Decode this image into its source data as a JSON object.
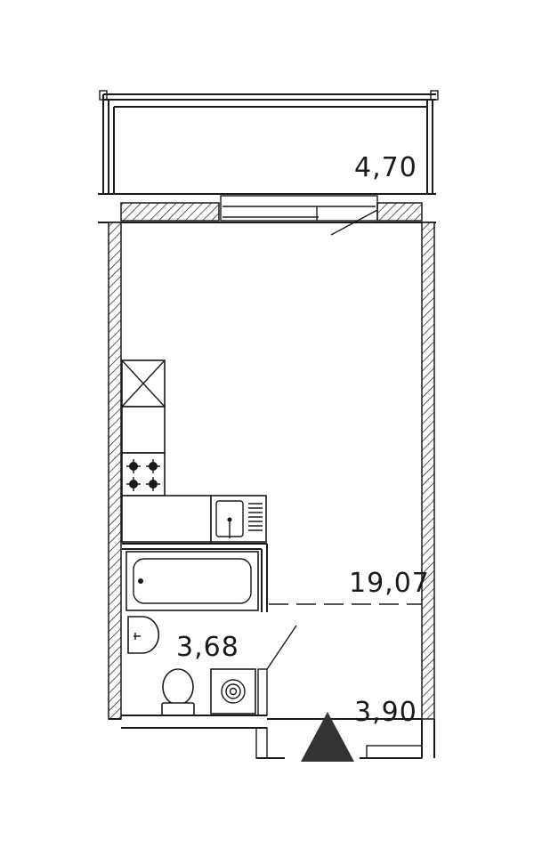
{
  "plan": {
    "rooms": [
      {
        "id": "balcony",
        "area": "4,70"
      },
      {
        "id": "living-room",
        "area": "19,07"
      },
      {
        "id": "bathroom",
        "area": "3,68"
      },
      {
        "id": "hallway",
        "area": "3,90"
      }
    ],
    "entrance": {
      "icon": "entrance-triangle-icon",
      "color": "#333333"
    },
    "colors": {
      "line": "#1a1a1a",
      "background": "#ffffff"
    }
  }
}
